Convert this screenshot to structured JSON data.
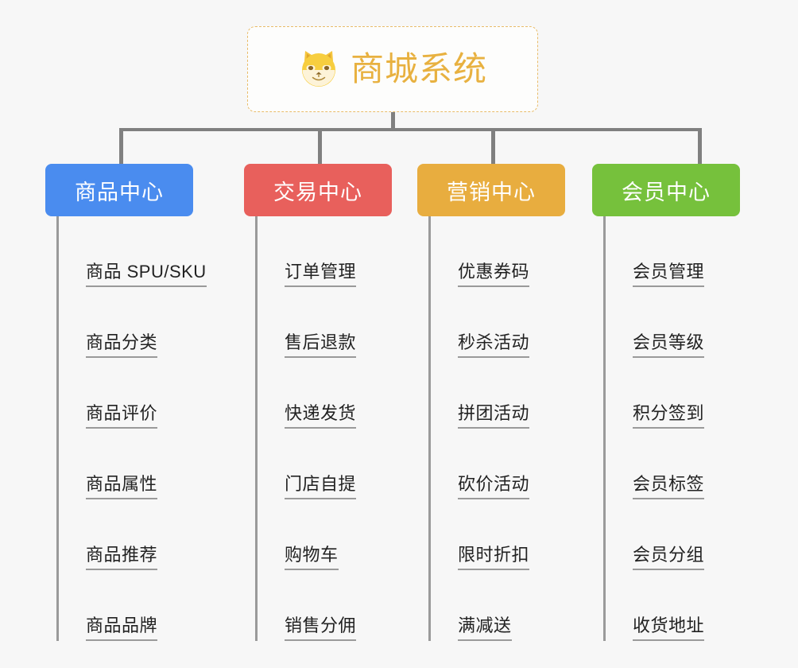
{
  "root": {
    "title": "商城系统",
    "icon": "shiba-dog-emoji",
    "title_color": "#e8b140",
    "border_color": "#e9bc6a"
  },
  "branches": [
    {
      "label": "商品中心",
      "color": "#4a8cef",
      "items": [
        "商品 SPU/SKU",
        "商品分类",
        "商品评价",
        "商品属性",
        "商品推荐",
        "商品品牌"
      ]
    },
    {
      "label": "交易中心",
      "color": "#e8605c",
      "items": [
        "订单管理",
        "售后退款",
        "快递发货",
        "门店自提",
        "购物车",
        "销售分佣"
      ]
    },
    {
      "label": "营销中心",
      "color": "#e8ad3f",
      "items": [
        "优惠券码",
        "秒杀活动",
        "拼团活动",
        "砍价活动",
        "限时折扣",
        "满减送"
      ]
    },
    {
      "label": "会员中心",
      "color": "#76c13c",
      "items": [
        "会员管理",
        "会员等级",
        "积分签到",
        "会员标签",
        "会员分组",
        "收货地址"
      ]
    }
  ],
  "connector_color": "#808080",
  "background_color": "#f7f7f7"
}
